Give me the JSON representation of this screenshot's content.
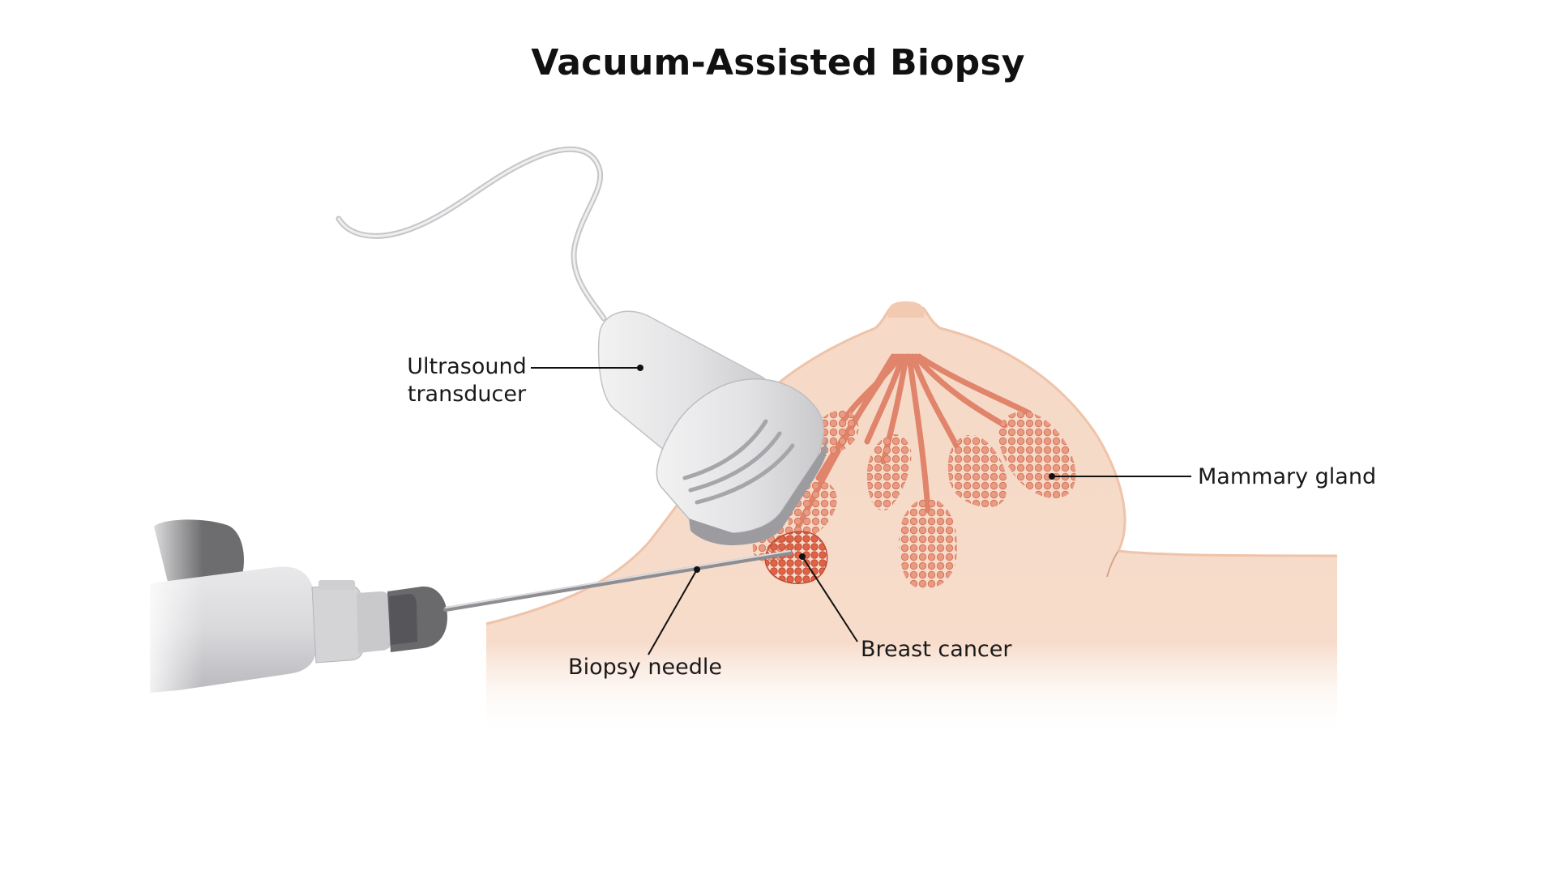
{
  "title": "Vacuum-Assisted Biopsy",
  "labels": {
    "ultrasound_line1": "Ultrasound",
    "ultrasound_line2": "transducer",
    "mammary_gland": "Mammary gland",
    "biopsy_needle": "Biopsy needle",
    "breast_cancer": "Breast cancer"
  },
  "colors": {
    "skin": "#f6d9c6",
    "skin_edge": "#eec3aa",
    "duct": "#e4866c",
    "lobule": "#e8957e",
    "lobule_dot": "#d2694e",
    "tumor": "#d9593f",
    "transducer": "#e4e4e6",
    "transducer_shadow": "#c3c3c6",
    "device_dark": "#6a6a6d",
    "leader_line": "#111111"
  }
}
